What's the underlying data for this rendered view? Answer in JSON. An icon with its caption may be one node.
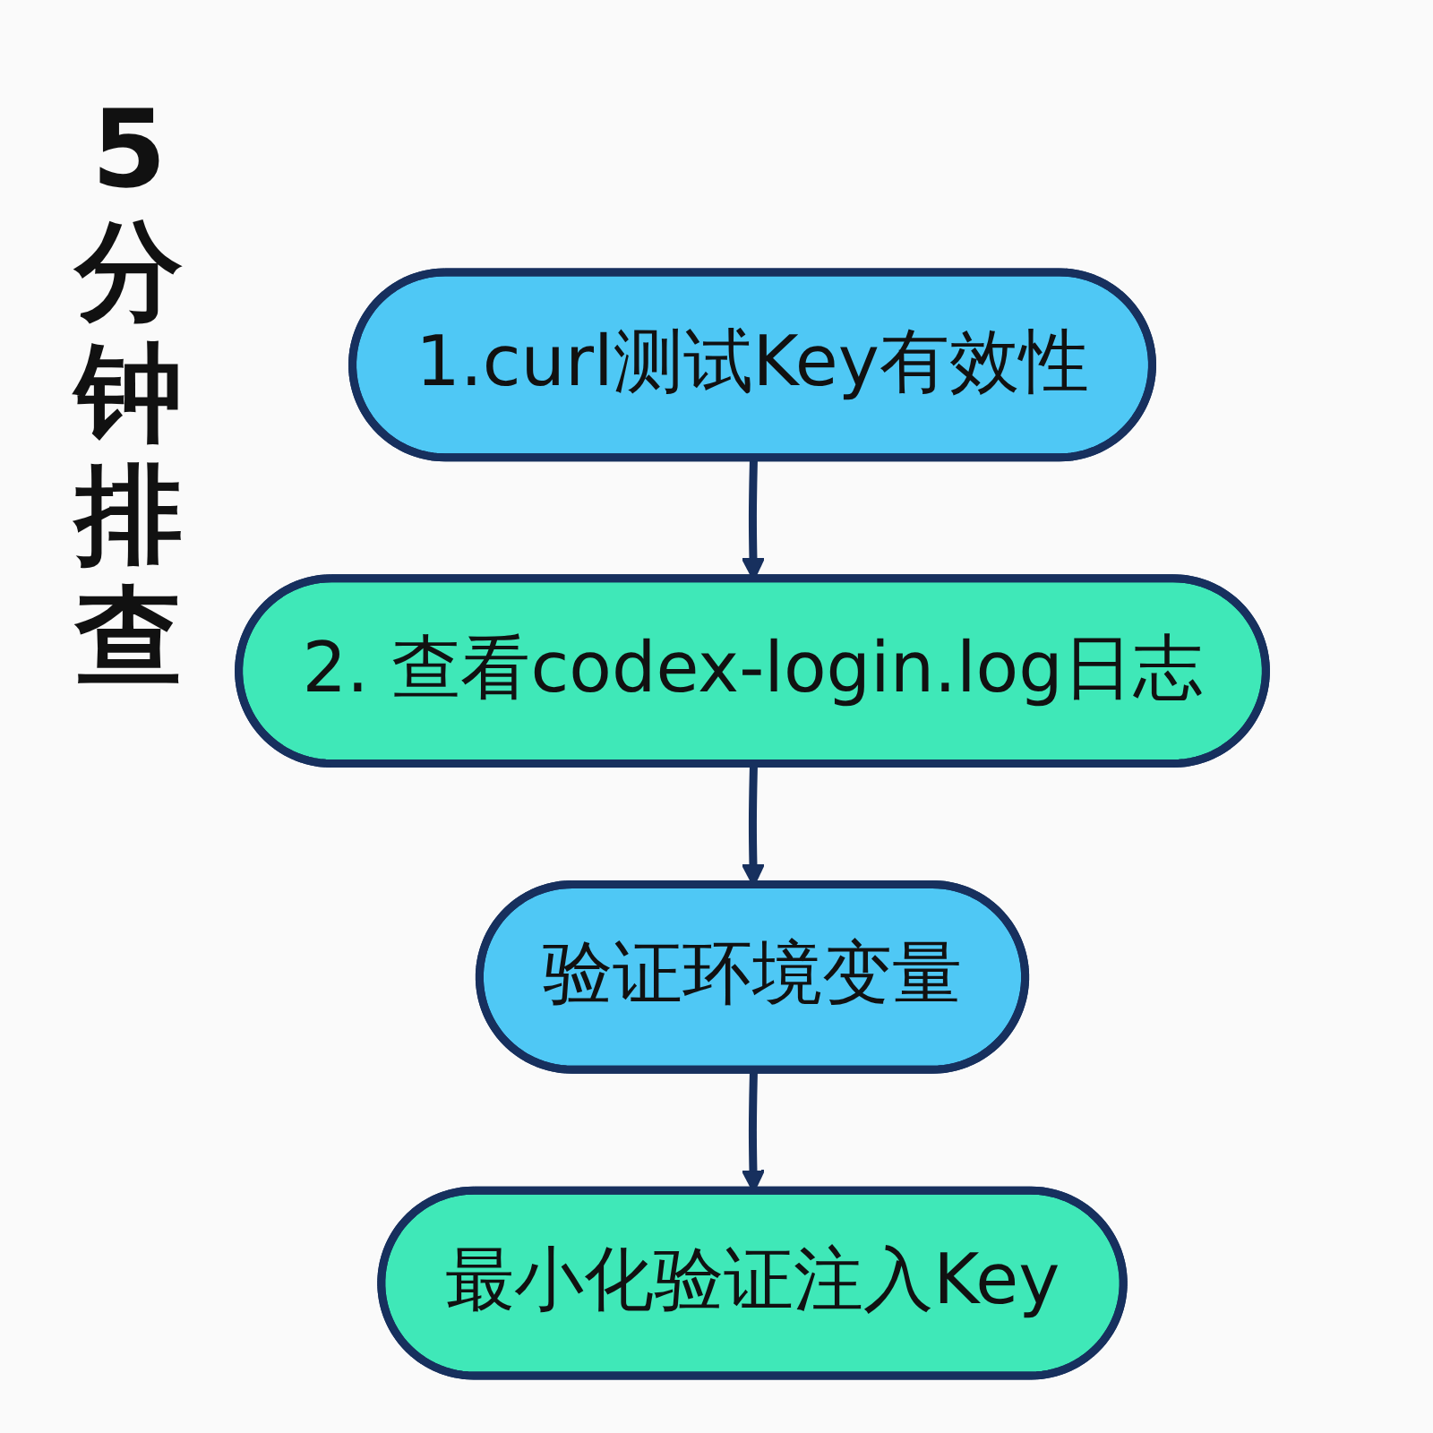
{
  "diagram": {
    "title": "5分钟排查",
    "nodes": [
      {
        "text": [
          "1.curl测试Key有效性"
        ]
      },
      {
        "text": [
          "2. 查看codex-login.log日志"
        ]
      },
      {
        "text": [
          "验证环境变量"
        ]
      },
      {
        "text": [
          "最小化验证注入Key"
        ]
      }
    ],
    "edges": [
      {
        "from": 0,
        "to": 1,
        "arrow": "to"
      },
      {
        "from": 1,
        "to": 2,
        "arrow": "to"
      },
      {
        "from": 2,
        "to": 3,
        "arrow": "to"
      }
    ]
  }
}
